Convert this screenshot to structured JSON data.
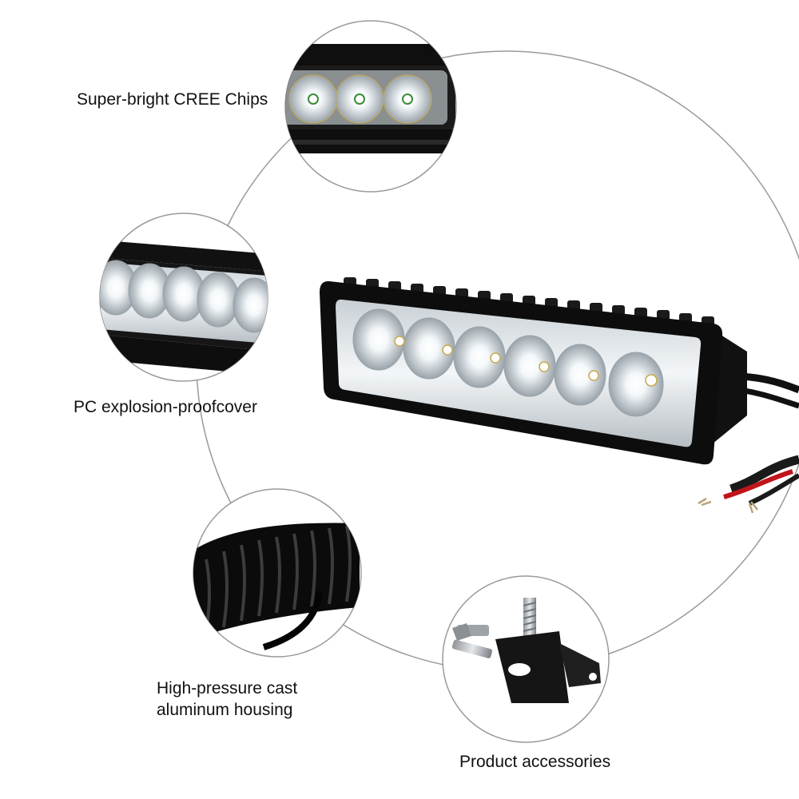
{
  "features": [
    {
      "id": "chips",
      "label": "Super-bright CREE Chips"
    },
    {
      "id": "cover",
      "label": "PC explosion-proofcover"
    },
    {
      "id": "housing",
      "label_lines": [
        "High-pressure cast",
        "aluminum housing"
      ]
    },
    {
      "id": "accessories",
      "label": "Product accessories"
    }
  ],
  "colors": {
    "background": "#ffffff",
    "guide_circle": "#9a9a9a",
    "housing": "#111111",
    "lens": "#e9eef2",
    "wire_red": "#c0141c",
    "wire_black": "#1a1a1a"
  },
  "icons": [
    "led-chip-icon",
    "light-bar-icon",
    "bracket-icon",
    "bolt-icon"
  ]
}
